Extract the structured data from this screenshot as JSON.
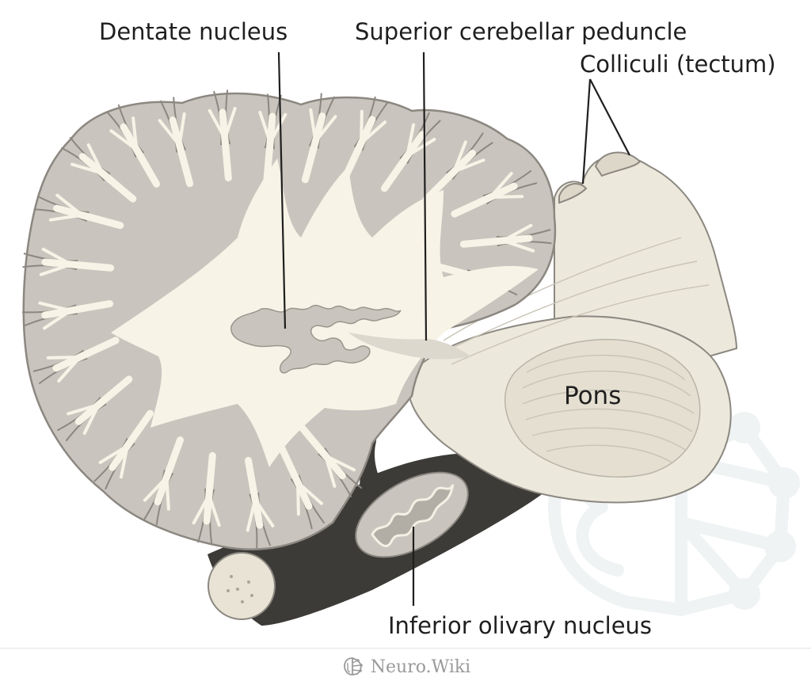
{
  "labels": {
    "dentate_nucleus": "Dentate nucleus",
    "superior_cerebellar_peduncle": "Superior cerebellar peduncle",
    "colliculi": "Colliculi (tectum)",
    "pons": "Pons",
    "inferior_olivary_nucleus": "Inferior olivary nucleus"
  },
  "footer": {
    "brand": "Neuro.Wiki",
    "icon": "brain-network-icon"
  },
  "colors": {
    "grey_matter": "#c9c5be",
    "grey_matter_outline": "#8c8881",
    "white_matter": "#f7f3e6",
    "brainstem": "#ece8dc",
    "brainstem_shadow": "#dcd7c9",
    "medulla_dark": "#3d3b37",
    "watermark": "#f0f3f3"
  }
}
